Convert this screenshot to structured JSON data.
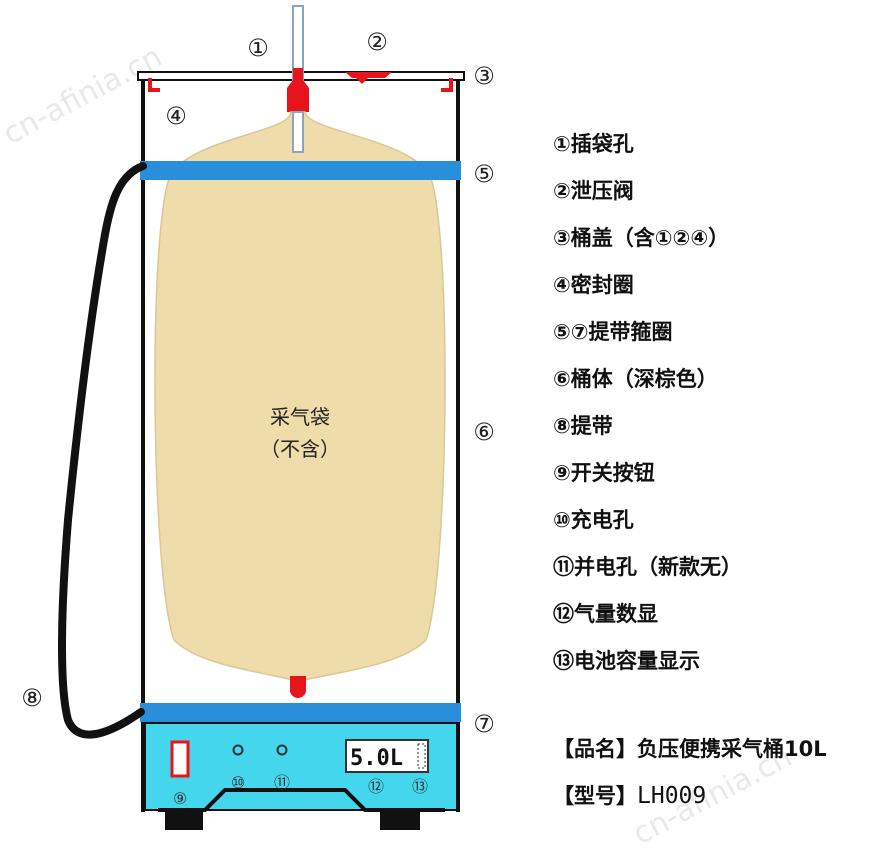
{
  "watermarks": [
    "cn-afinia.cn",
    "cn-afinia.cn"
  ],
  "callouts": {
    "c1": "①",
    "c2": "②",
    "c3": "③",
    "c4": "④",
    "c5": "⑤",
    "c6": "⑥",
    "c7": "⑦",
    "c8": "⑧",
    "c9": "⑨",
    "c10": "⑩",
    "c11": "⑪",
    "c12": "⑫",
    "c13": "⑬"
  },
  "bag_label": {
    "line1": "采气袋",
    "line2": "（不含）"
  },
  "display_value": "5.0L",
  "legend": [
    "①插袋孔",
    "②泄压阀",
    "③桶盖（含①②④）",
    "④密封圈",
    "⑤⑦提带箍圈",
    "⑥桶体（深棕色）",
    "⑧提带",
    "⑨开关按钮",
    "⑩充电孔",
    "⑪并电孔（新款无）",
    "⑫气量数显",
    "⑬电池容量显示"
  ],
  "product": {
    "name_label": "【品名】",
    "name_value": "负压便携采气桶10L",
    "model_label": "【型号】",
    "model_value": "LH009"
  },
  "colors": {
    "bag": "#efdcab",
    "band": "#2a8fdb",
    "base": "#44d6ec",
    "valve": "#e8141c",
    "outline": "#111111"
  }
}
